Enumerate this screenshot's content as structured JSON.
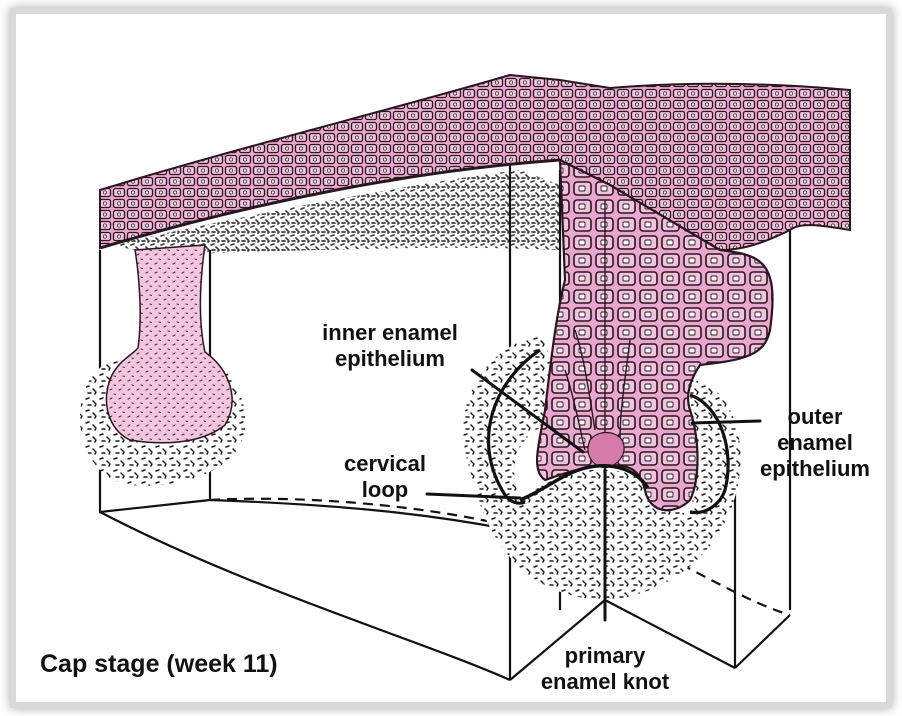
{
  "caption": "Cap stage (week 11)",
  "labels": {
    "inner_enamel": [
      "inner enamel",
      "epithelium"
    ],
    "outer_enamel": [
      "outer",
      "enamel",
      "epithelium"
    ],
    "cervical_loop": [
      "cervical",
      "loop"
    ],
    "primary_knot": [
      "primary",
      "enamel knot"
    ]
  },
  "colors": {
    "tissue_pink": "#e9a7cd",
    "cell_outline": "#2a1620",
    "line": "#111111",
    "stipple": "#1a1a1a",
    "frame": "#d9d9d9"
  }
}
